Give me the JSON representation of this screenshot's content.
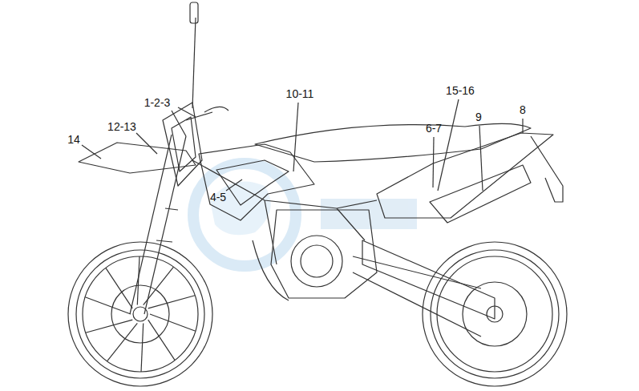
{
  "diagram": {
    "labels": [
      "1-2-3",
      "14",
      "12-13",
      "10-11",
      "4-5",
      "15-16",
      "6-7",
      "9",
      "8"
    ]
  }
}
